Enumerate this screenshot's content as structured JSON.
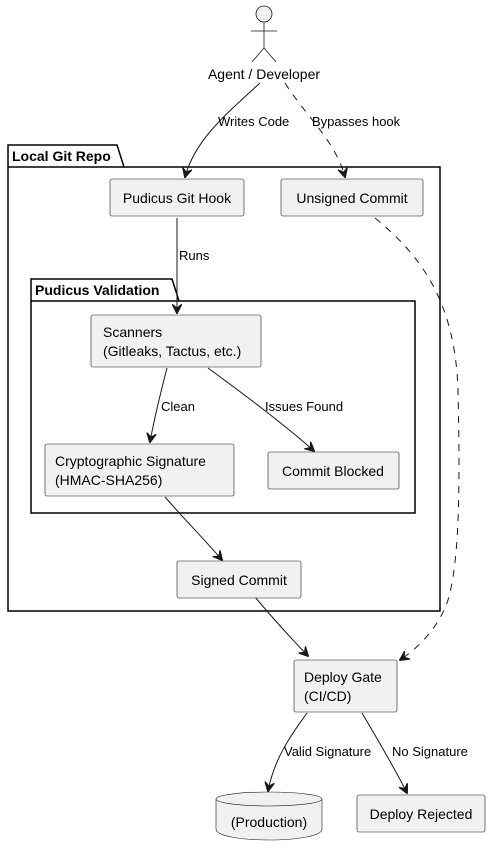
{
  "actor": {
    "label": "Agent / Developer"
  },
  "packages": {
    "local_repo": "Local Git Repo",
    "validation": "Pudicus Validation"
  },
  "nodes": {
    "git_hook": "Pudicus Git Hook",
    "unsigned_commit": "Unsigned Commit",
    "scanners": [
      "Scanners",
      "(Gitleaks, Tactus, etc.)"
    ],
    "crypto_signature": [
      "Cryptographic Signature",
      "(HMAC-SHA256)"
    ],
    "commit_blocked": "Commit Blocked",
    "signed_commit": "Signed Commit",
    "deploy_gate": [
      "Deploy Gate",
      "(CI/CD)"
    ],
    "production": "(Production)",
    "deploy_rejected": "Deploy Rejected"
  },
  "edges": {
    "writes_code": "Writes Code",
    "bypasses_hook": "Bypasses hook",
    "runs": "Runs",
    "clean": "Clean",
    "issues_found": "Issues Found",
    "valid_signature": "Valid Signature",
    "no_signature": "No Signature"
  },
  "colors": {
    "node_fill": "#f1f1f1",
    "node_border": "#181818",
    "line": "#181818",
    "background": "#ffffff"
  }
}
